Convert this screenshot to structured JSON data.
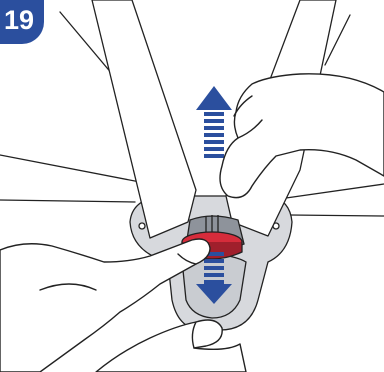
{
  "step": {
    "number": "19"
  },
  "colors": {
    "badge": "#2b4f9e",
    "lock_button": "#d62c3b",
    "arrows": "#2b4f9e",
    "hub": "#d7d9dd",
    "line": "#222222"
  },
  "arrows": {
    "upper": "up",
    "lower": "down"
  }
}
